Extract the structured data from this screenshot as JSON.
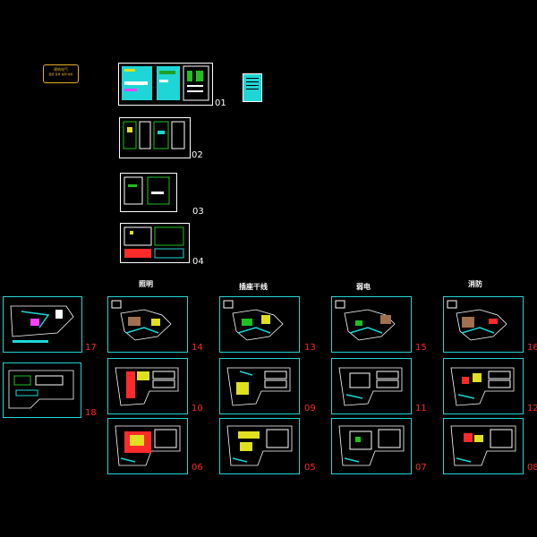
{
  "cover": {
    "title_line1": "建筑电气",
    "title_line2": "图纸 目录 说明 材料"
  },
  "column_headers": {
    "lighting": "照明",
    "power": "插座干线",
    "weak": "弱电",
    "fire": "消防"
  },
  "sheets": {
    "s01": "01",
    "s02": "02",
    "s03": "03",
    "s04": "04",
    "s05": "05",
    "s06": "06",
    "s07": "07",
    "s08": "08",
    "s09": "09",
    "s10": "10",
    "s11": "11",
    "s12": "12",
    "s13": "13",
    "s14": "14",
    "s15": "15",
    "s16": "16",
    "s17": "17",
    "s18": "18"
  },
  "colors": {
    "background": "#000000",
    "sheet_border": "#1fd6d6",
    "number_red": "#ff2a2a",
    "cover_frame": "#e8b020"
  }
}
